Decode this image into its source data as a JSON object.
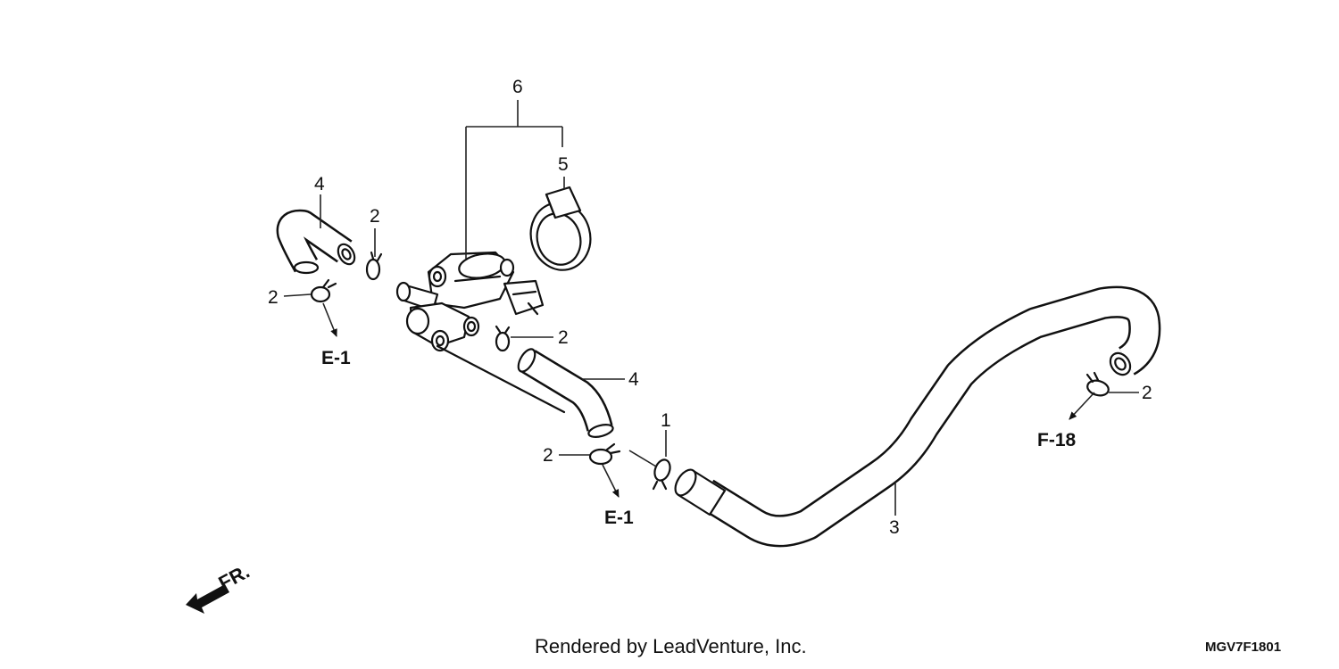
{
  "labels": {
    "p1": "1",
    "p2": "2",
    "p3": "3",
    "p4": "4",
    "p5": "5",
    "p6": "6"
  },
  "references": {
    "e1": "E-1",
    "f18": "F-18"
  },
  "direction": {
    "fr": "FR."
  },
  "footer": {
    "rendered_by": "Rendered by LeadVenture, Inc.",
    "diagram_code": "MGV7F1801"
  }
}
